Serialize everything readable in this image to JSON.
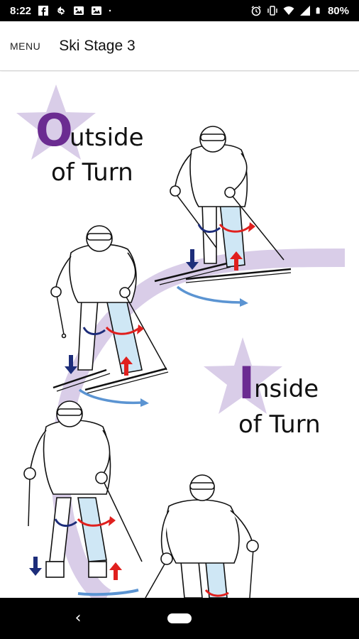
{
  "status_bar": {
    "time": "8:22",
    "battery": "80%",
    "left_icons": [
      "facebook-icon",
      "sync-icon",
      "photo-icon",
      "photo-icon",
      "dot-icon"
    ],
    "right_icons": [
      "alarm-icon",
      "vibrate-icon",
      "wifi-icon",
      "signal-icon",
      "battery-icon"
    ]
  },
  "app_bar": {
    "menu_label": "MENU",
    "title": "Ski Stage 3"
  },
  "illustration": {
    "outside_letter": "O",
    "outside_rest": "utside",
    "outside_line2": "of Turn",
    "inside_letter": "I",
    "inside_rest": "nside",
    "inside_line2": "of Turn",
    "colors": {
      "star": "#d9cde8",
      "accent_purple": "#6b2c91",
      "turn_path": "#d9cde8",
      "arrow_red": "#e0201e",
      "arrow_navy": "#1d2d7a",
      "arrow_blue": "#5b94d2",
      "leg_highlight": "#cfe7f5"
    }
  },
  "nav_bar": {
    "back_icon": "back-icon",
    "home_icon": "home-pill-icon"
  }
}
